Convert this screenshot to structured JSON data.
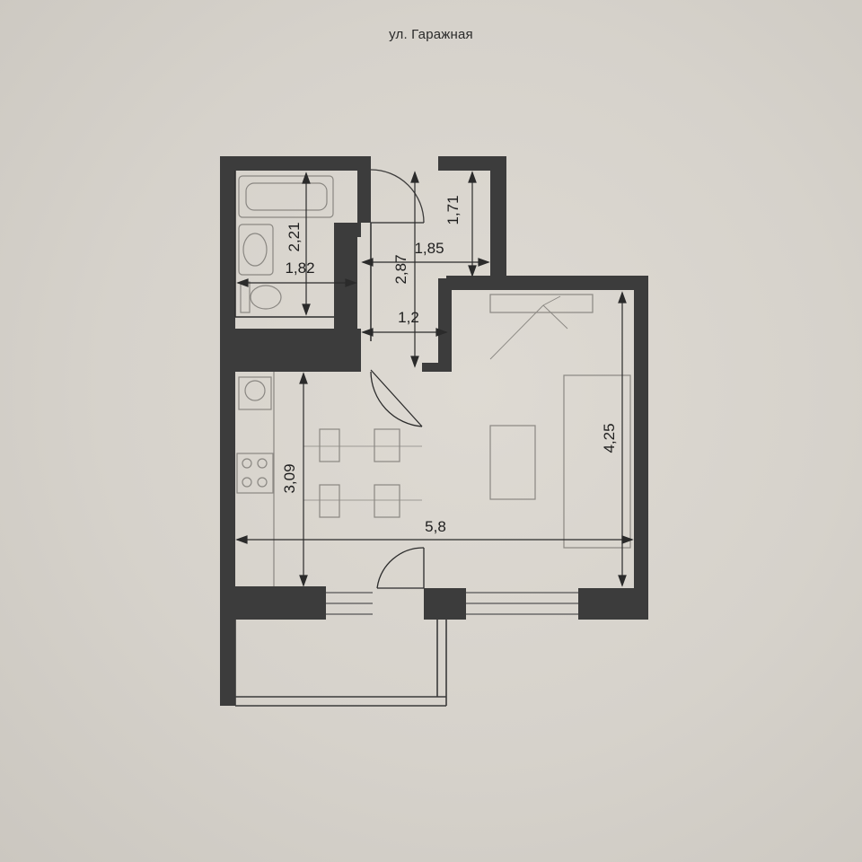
{
  "street": "ул. Гаражная",
  "dimensions": {
    "bath_length": "2,21",
    "bath_width": "1,82",
    "hall_length": "2,87",
    "hall_width_top": "1,85",
    "hall_width_bottom": "1,2",
    "niche_length": "1,71",
    "kitchen_length": "3,09",
    "room_length": "4,25",
    "total_width": "5,8"
  },
  "colors": {
    "wall": "#3c3c3c",
    "line": "#2b2b2b",
    "furniture": "#8a8782"
  }
}
